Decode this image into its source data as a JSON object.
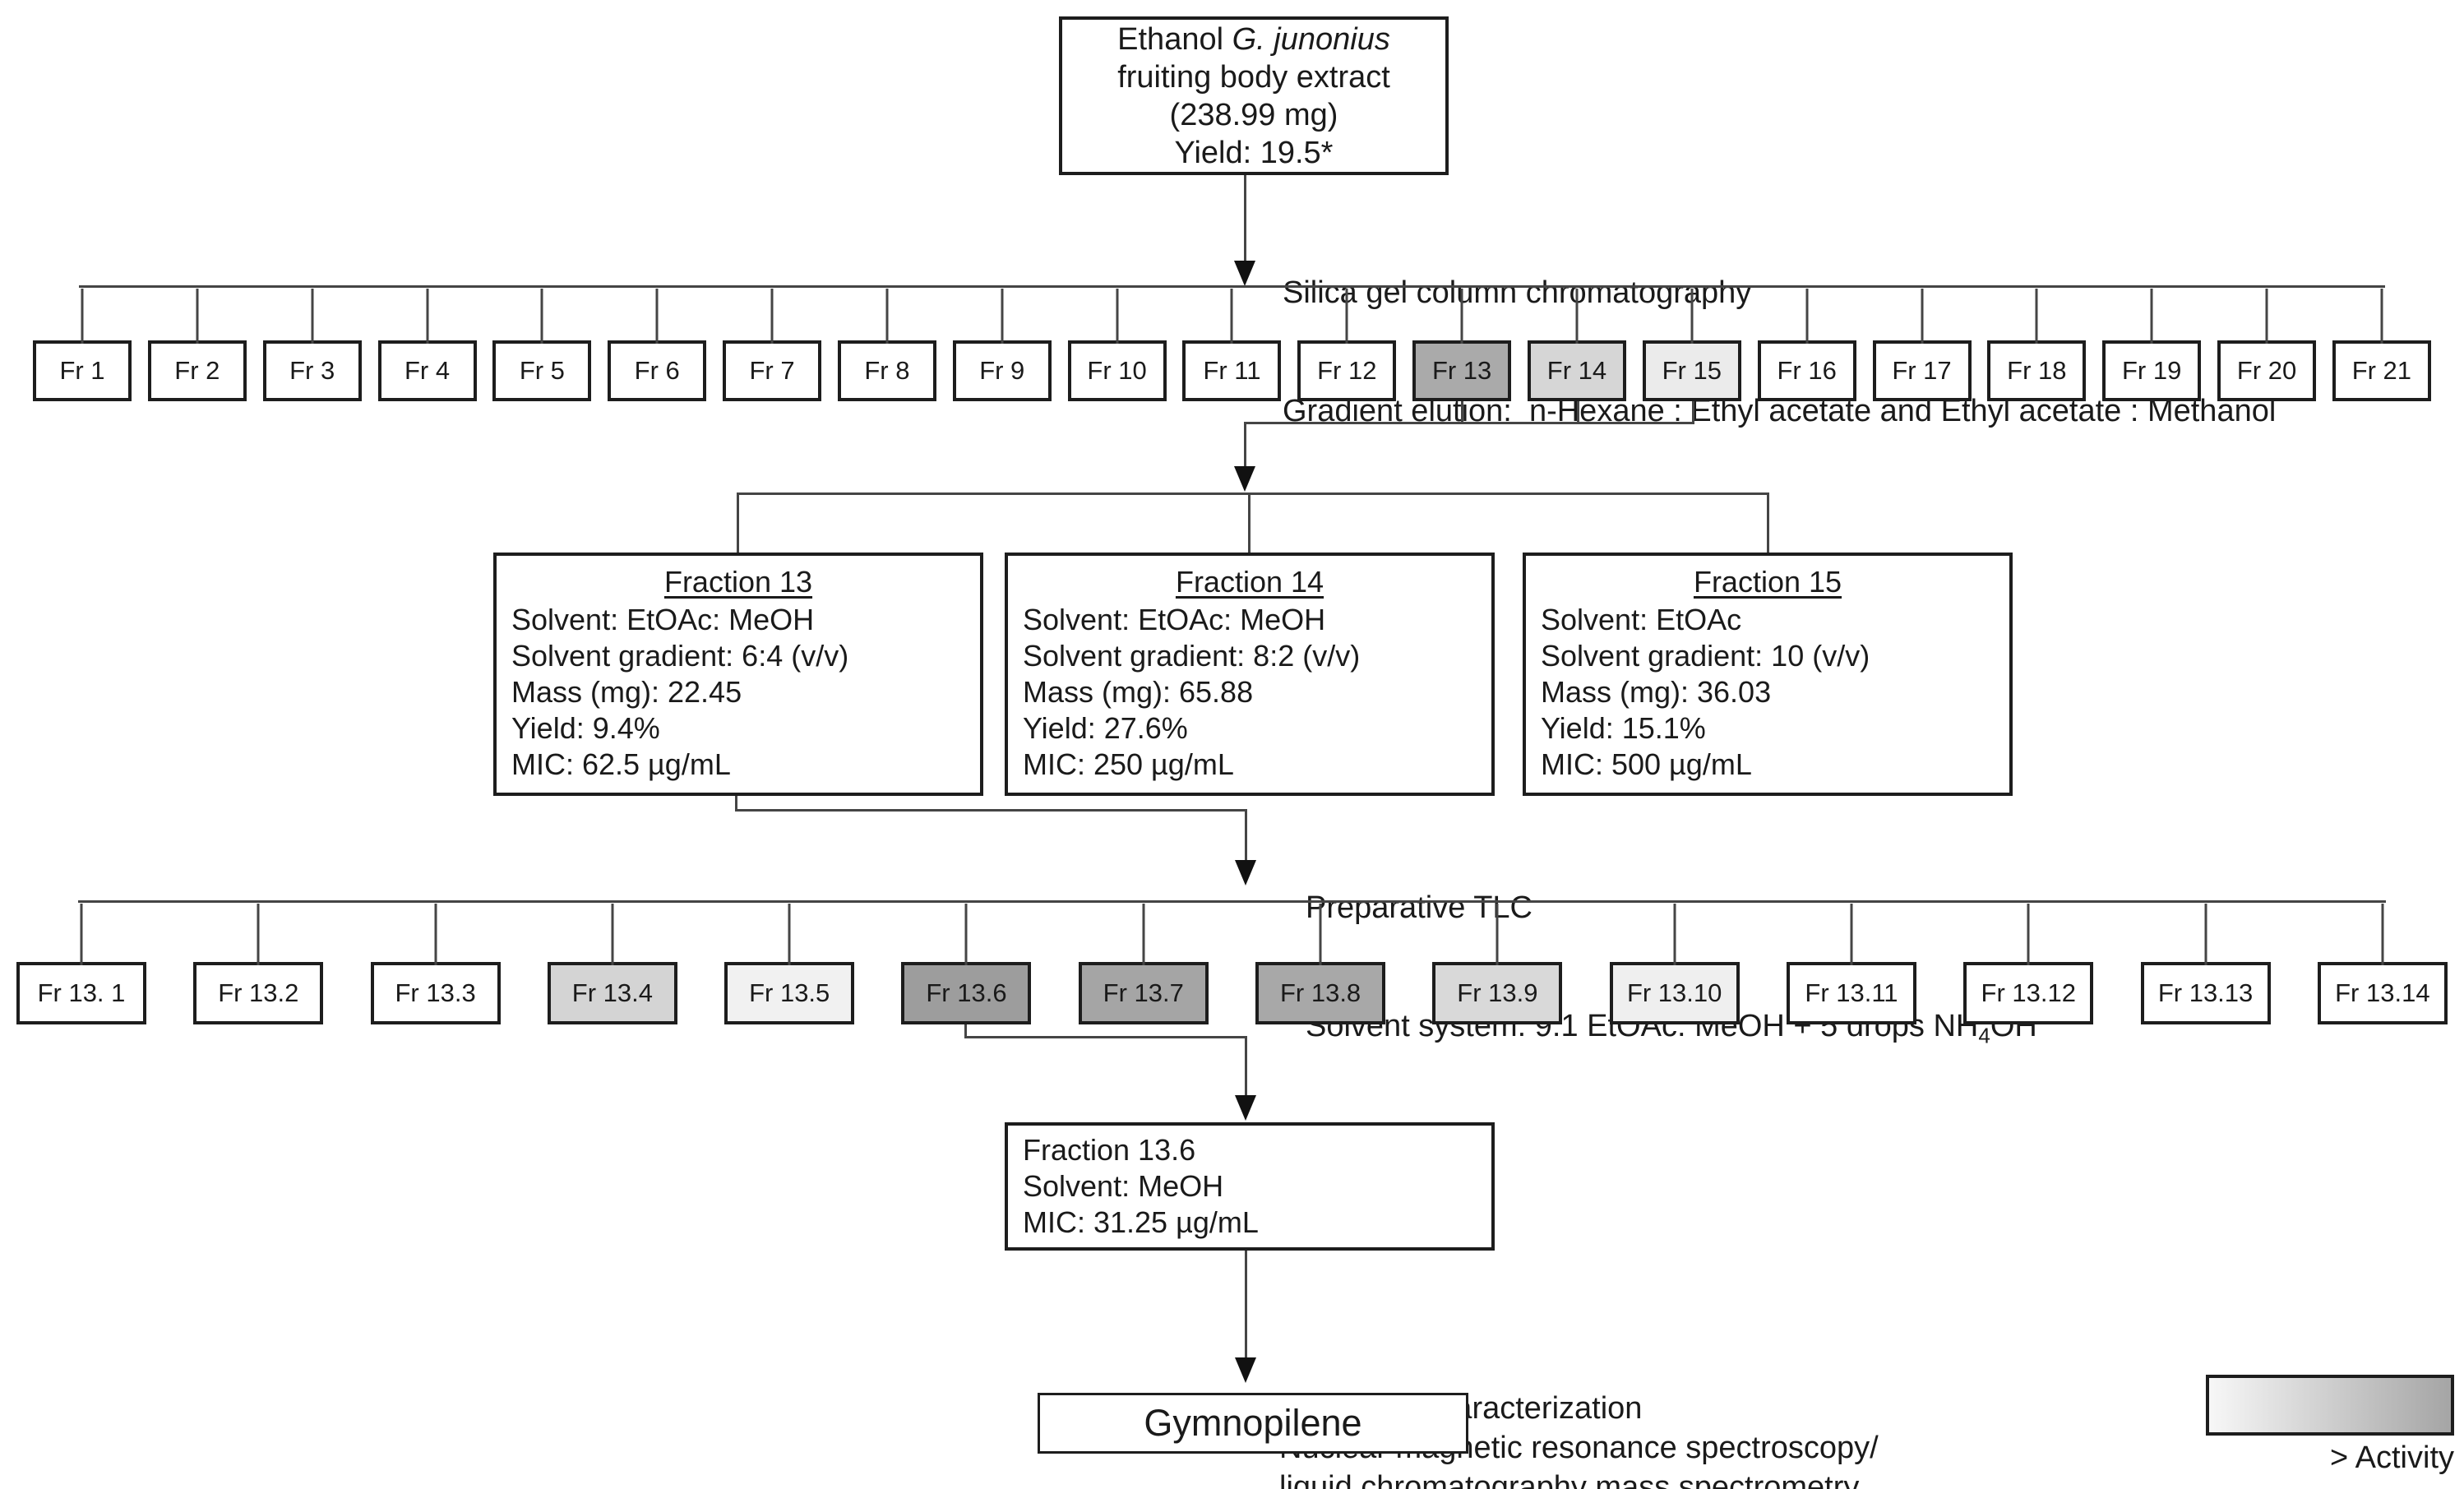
{
  "source_box": {
    "prefix": "Ethanol ",
    "species": "G. junonius",
    "line2": "fruiting body extract",
    "line3": "(238.99 mg)",
    "line4": "Yield: 19.5*"
  },
  "step1": {
    "line1": "Silica gel column chromatography",
    "line2": "Gradient elution:  n-Hexane : Ethyl acetate and Ethyl acetate : Methanol"
  },
  "row1": {
    "boxes": [
      {
        "label": "Fr 1",
        "fill": "#ffffff"
      },
      {
        "label": "Fr 2",
        "fill": "#ffffff"
      },
      {
        "label": "Fr 3",
        "fill": "#ffffff"
      },
      {
        "label": "Fr 4",
        "fill": "#ffffff"
      },
      {
        "label": "Fr 5",
        "fill": "#ffffff"
      },
      {
        "label": "Fr 6",
        "fill": "#ffffff"
      },
      {
        "label": "Fr 7",
        "fill": "#ffffff"
      },
      {
        "label": "Fr 8",
        "fill": "#ffffff"
      },
      {
        "label": "Fr 9",
        "fill": "#ffffff"
      },
      {
        "label": "Fr 10",
        "fill": "#ffffff"
      },
      {
        "label": "Fr 11",
        "fill": "#ffffff"
      },
      {
        "label": "Fr 12",
        "fill": "#ffffff"
      },
      {
        "label": "Fr 13",
        "fill": "#aaaaaa"
      },
      {
        "label": "Fr 14",
        "fill": "#d6d6d6"
      },
      {
        "label": "Fr 15",
        "fill": "#ebebeb"
      },
      {
        "label": "Fr 16",
        "fill": "#ffffff"
      },
      {
        "label": "Fr 17",
        "fill": "#ffffff"
      },
      {
        "label": "Fr 18",
        "fill": "#ffffff"
      },
      {
        "label": "Fr 19",
        "fill": "#ffffff"
      },
      {
        "label": "Fr 20",
        "fill": "#ffffff"
      },
      {
        "label": "Fr 21",
        "fill": "#ffffff"
      }
    ]
  },
  "fraction_details": {
    "f13": {
      "title": "Fraction 13",
      "lines": [
        "Solvent: EtOAc: MeOH",
        "Solvent gradient: 6:4 (v/v)",
        "Mass (mg): 22.45",
        "Yield: 9.4%",
        "MIC: 62.5 µg/mL"
      ]
    },
    "f14": {
      "title": "Fraction 14",
      "lines": [
        "Solvent: EtOAc: MeOH",
        "Solvent gradient: 8:2 (v/v)",
        "Mass (mg): 65.88",
        "Yield: 27.6%",
        "MIC: 250 µg/mL"
      ]
    },
    "f15": {
      "title": "Fraction 15",
      "lines": [
        "Solvent: EtOAc",
        "Solvent gradient: 10 (v/v)",
        "Mass (mg): 36.03",
        "Yield: 15.1%",
        "MIC: 500 µg/mL"
      ]
    }
  },
  "step2": {
    "line1": "Preparative TLC",
    "line2_prefix": "Solvent system: 9:1 EtOAc: MeOH + 5 drops NH",
    "line2_sub": "4",
    "line2_suffix": "OH"
  },
  "row2": {
    "boxes": [
      {
        "label": "Fr 13. 1",
        "fill": "#ffffff"
      },
      {
        "label": "Fr 13.2",
        "fill": "#ffffff"
      },
      {
        "label": "Fr 13.3",
        "fill": "#ffffff"
      },
      {
        "label": "Fr 13.4",
        "fill": "#d4d4d4"
      },
      {
        "label": "Fr 13.5",
        "fill": "#f1f1f1"
      },
      {
        "label": "Fr 13.6",
        "fill": "#9d9d9d"
      },
      {
        "label": "Fr 13.7",
        "fill": "#a5a5a5"
      },
      {
        "label": "Fr 13.8",
        "fill": "#a8a8a8"
      },
      {
        "label": "Fr 13.9",
        "fill": "#d9d9d9"
      },
      {
        "label": "Fr 13.10",
        "fill": "#efefef"
      },
      {
        "label": "Fr 13.11",
        "fill": "#ffffff"
      },
      {
        "label": "Fr 13.12",
        "fill": "#ffffff"
      },
      {
        "label": "Fr 13.13",
        "fill": "#ffffff"
      },
      {
        "label": "Fr 13.14",
        "fill": "#ffffff"
      }
    ]
  },
  "fraction136": {
    "title": "Fraction 13.6",
    "lines": [
      "Solvent: MeOH",
      "MIC: 31.25 µg/mL"
    ]
  },
  "step3": {
    "lines": [
      "Structural characterization",
      "Nuclear magnetic resonance spectroscopy/",
      "liquid chromatography mass spectrometry"
    ]
  },
  "final_box": {
    "label": "Gymnopilene"
  },
  "legend": {
    "label": "> Activity",
    "gradient_from": "#f7f7f7",
    "gradient_to": "#a5a5a5"
  }
}
